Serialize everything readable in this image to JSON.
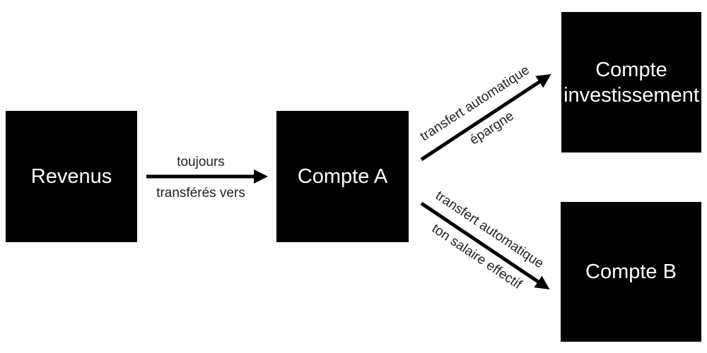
{
  "nodes": {
    "revenus": "Revenus",
    "compte_a": "Compte A",
    "compte_investissement": "Compte\ninvestissement",
    "compte_b": "Compte B"
  },
  "edges": {
    "revenus_to_a": {
      "line1": "toujours",
      "line2": "transférés vers"
    },
    "a_to_invest": {
      "line1": "transfert automatique",
      "line2": "épargne"
    },
    "a_to_b": {
      "line1": "transfert automatique",
      "line2": "ton salaire effectif"
    }
  },
  "colors": {
    "box": "#000000",
    "box_text": "#ffffff",
    "arrow": "#000000",
    "label": "#222222"
  }
}
